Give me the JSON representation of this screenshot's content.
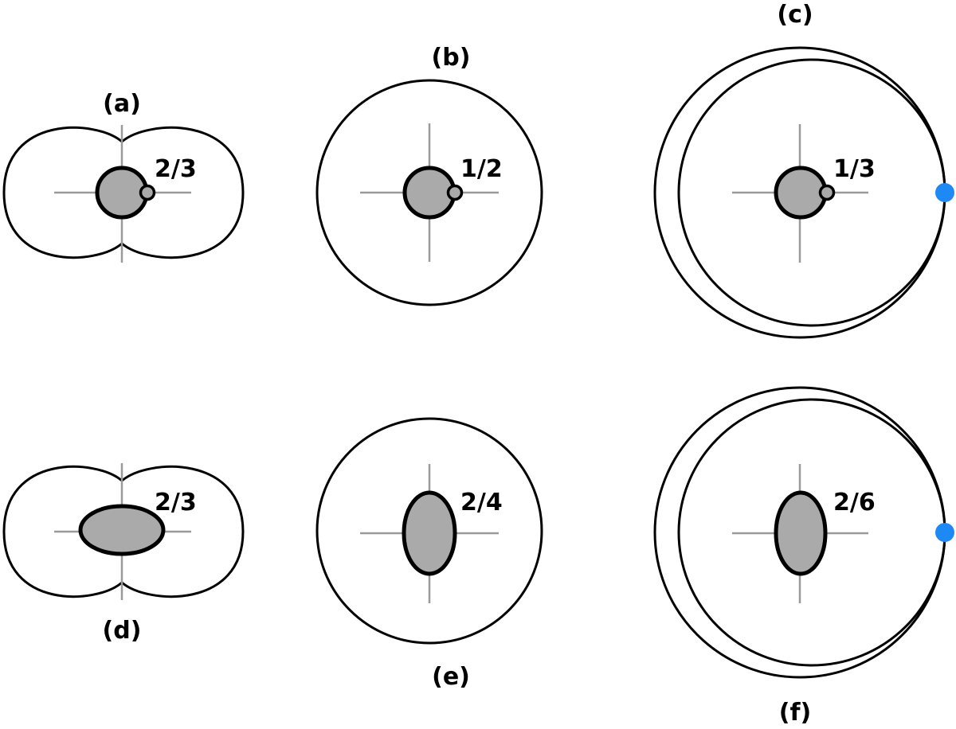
{
  "colors": {
    "outline": "#000000",
    "body_fill": "#aaaaaa",
    "axis": "#9a9a9a",
    "marker": "#1e88f5",
    "background": "#ffffff"
  },
  "panels": [
    {
      "id": "a",
      "label": "(a)",
      "ratio": "2/3",
      "outer_shape": "peanut",
      "body_shape": "round-with-moon"
    },
    {
      "id": "b",
      "label": "(b)",
      "ratio": "1/2",
      "outer_shape": "circle",
      "body_shape": "round-with-moon"
    },
    {
      "id": "c",
      "label": "(c)",
      "ratio": "1/3",
      "outer_shape": "nested-circles",
      "body_shape": "round-with-moon",
      "has_marker": true
    },
    {
      "id": "d",
      "label": "(d)",
      "ratio": "2/3",
      "outer_shape": "peanut",
      "body_shape": "horizontal-ellipse"
    },
    {
      "id": "e",
      "label": "(e)",
      "ratio": "2/4",
      "outer_shape": "circle",
      "body_shape": "vertical-ellipse"
    },
    {
      "id": "f",
      "label": "(f)",
      "ratio": "2/6",
      "outer_shape": "nested-circles",
      "body_shape": "vertical-ellipse",
      "has_marker": true
    }
  ]
}
